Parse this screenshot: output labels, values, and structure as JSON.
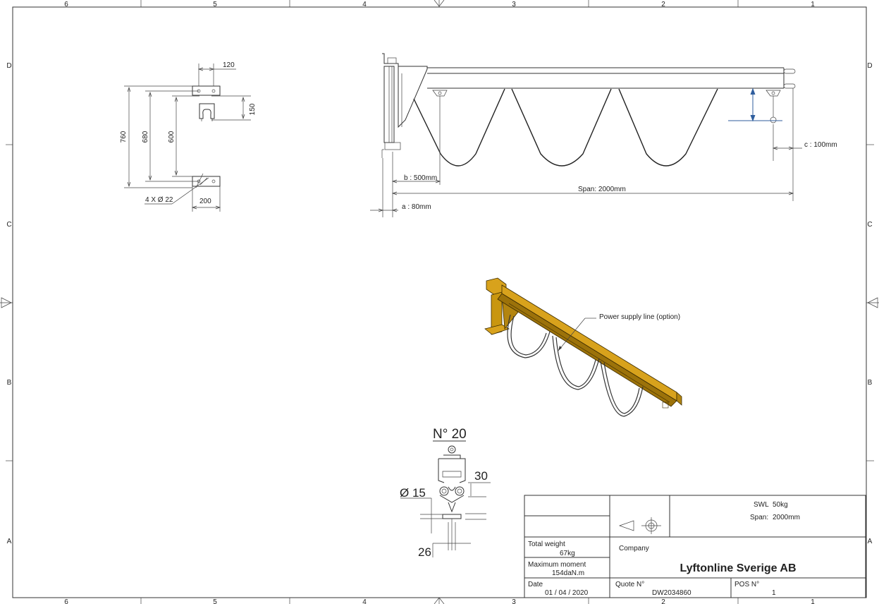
{
  "border": {
    "columns": [
      "6",
      "5",
      "4",
      "3",
      "2",
      "1"
    ],
    "rows": [
      "D",
      "C",
      "B",
      "A"
    ]
  },
  "section_view": {
    "dim_top": "120",
    "dim_right": "150",
    "dim_760": "760",
    "dim_680": "680",
    "dim_600": "600",
    "holes": "4 X Ø 22",
    "dim_bottom": "200"
  },
  "front_view": {
    "dim_b": "b : 500mm",
    "dim_span": "Span: 2000mm",
    "dim_a": "a : 80mm",
    "dim_c": "c : 100mm"
  },
  "iso_view": {
    "callout": "Power supply line (option)",
    "accent_color": "#c9960f"
  },
  "detail": {
    "title": "N° 20",
    "dim_30": "30",
    "dim_15": "Ø 15",
    "dim_26": "26"
  },
  "title_block": {
    "swl_label": "SWL",
    "swl_value": "50kg",
    "span_label": "Span:",
    "span_value": "2000mm",
    "total_weight_label": "Total weight",
    "total_weight_value": "67kg",
    "max_moment_label": "Maximum moment",
    "max_moment_value": "154daN.m",
    "company_label": "Company",
    "company_name": "Lyftonline Sverige AB",
    "date_label": "Date",
    "date_value": "01 / 04 / 2020",
    "quote_label": "Quote N°",
    "quote_value": "DW2034860",
    "pos_label": "POS N°",
    "pos_value": "1"
  }
}
